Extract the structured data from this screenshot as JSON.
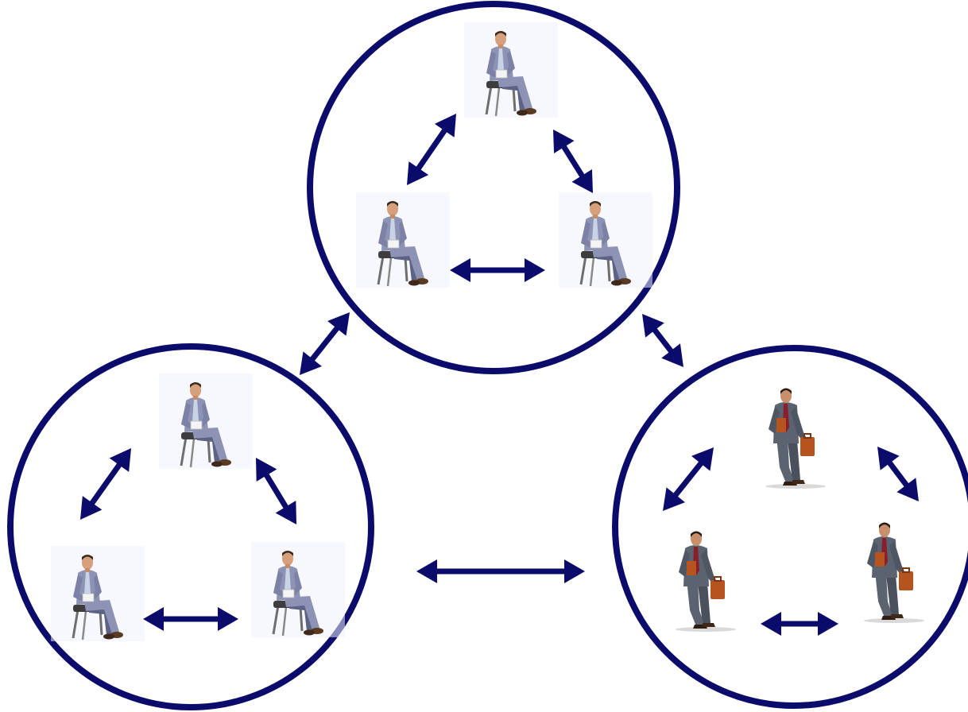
{
  "colors": {
    "ring": "#0b0b6b",
    "arrow": "#0b0b6b",
    "suit_seated": "#8d93b5",
    "suit_seated_shadow": "#5d6385",
    "suit_walking": "#5b6270",
    "skin": "#d7a07c",
    "hair": "#3a2a1e",
    "tie_seated": "#c8d4e6",
    "tie_walking": "#8a1e2a",
    "briefcase": "#b5541f",
    "chair": "#6e6e6e",
    "backdrop": "#eef3fb"
  },
  "groups": [
    {
      "name": "group-top",
      "figure": "seated-businessman-icon",
      "count": 3
    },
    {
      "name": "group-left",
      "figure": "seated-businessman-icon",
      "count": 3
    },
    {
      "name": "group-right",
      "figure": "walking-businessman-icon",
      "count": 3
    }
  ],
  "arrow_icon": "double-headed-arrow-icon"
}
